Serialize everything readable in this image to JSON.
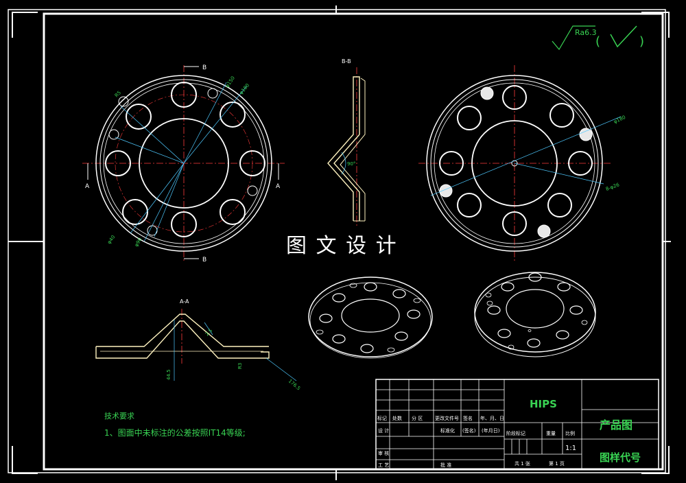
{
  "section_marks": {
    "b": "B",
    "a": "A",
    "bb_title": "B-B",
    "aa_title": "A-A"
  },
  "roughness": {
    "value": "Ra6.3",
    "open_paren": "(",
    "close_paren": ")"
  },
  "watermark": "图 文 设 计",
  "dimensions": {
    "front_d1": "φ150",
    "front_d2": "φ180",
    "front_d3": "φ40",
    "front_d4": "φ90",
    "front_r": "R5",
    "bb_angle": "90°",
    "back_d": "φ180",
    "back_holes": "8-φ26",
    "aa_thk": "2.5",
    "aa_h": "44.5",
    "aa_r": "R3",
    "aa_w": "176.5"
  },
  "notes": {
    "heading": "技术要求",
    "line1": "1、图面中未标注的公差按照IT14等级;"
  },
  "title_block": {
    "material": "HIPS",
    "drawing_name": "产品图",
    "drawing_code": "图样代号",
    "scale": "1:1",
    "row_labels": [
      "标记",
      "处数",
      "分 区",
      "更改文件号",
      "签名",
      "年、月、日"
    ],
    "design": "设 计",
    "std": "标准化",
    "sign": "(签名)",
    "date": "(年月日)",
    "stage_labels": [
      "阶段标记",
      "重量",
      "比例"
    ],
    "check": "审 核",
    "process": "工 艺",
    "approve": "批 准",
    "sheets_total": "共 1 张",
    "sheet_num": "第 1 页"
  }
}
